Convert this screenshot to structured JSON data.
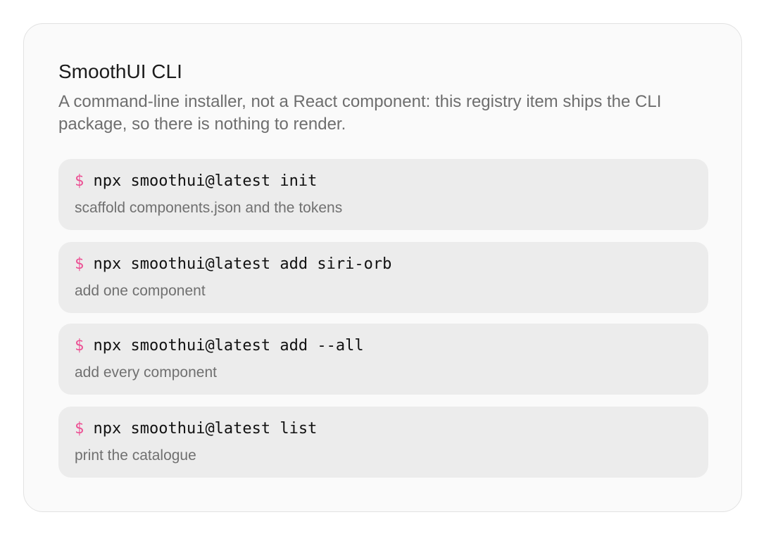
{
  "card": {
    "title": "SmoothUI CLI",
    "subtitle": "A command-line installer, not a React component: this registry item ships the CLI package, so there is nothing to render."
  },
  "prompt_symbol": "$",
  "commands": [
    {
      "command": "npx smoothui@latest init",
      "description": "scaffold components.json and the tokens"
    },
    {
      "command": "npx smoothui@latest add siri-orb",
      "description": "add one component"
    },
    {
      "command": "npx smoothui@latest add --all",
      "description": "add every component"
    },
    {
      "command": "npx smoothui@latest list",
      "description": "print the catalogue"
    }
  ],
  "colors": {
    "prompt": "#ec4f93",
    "command_block_bg": "#ececec",
    "card_bg": "#fafafa",
    "card_border": "#e2e2e2",
    "description_text": "#707070"
  }
}
